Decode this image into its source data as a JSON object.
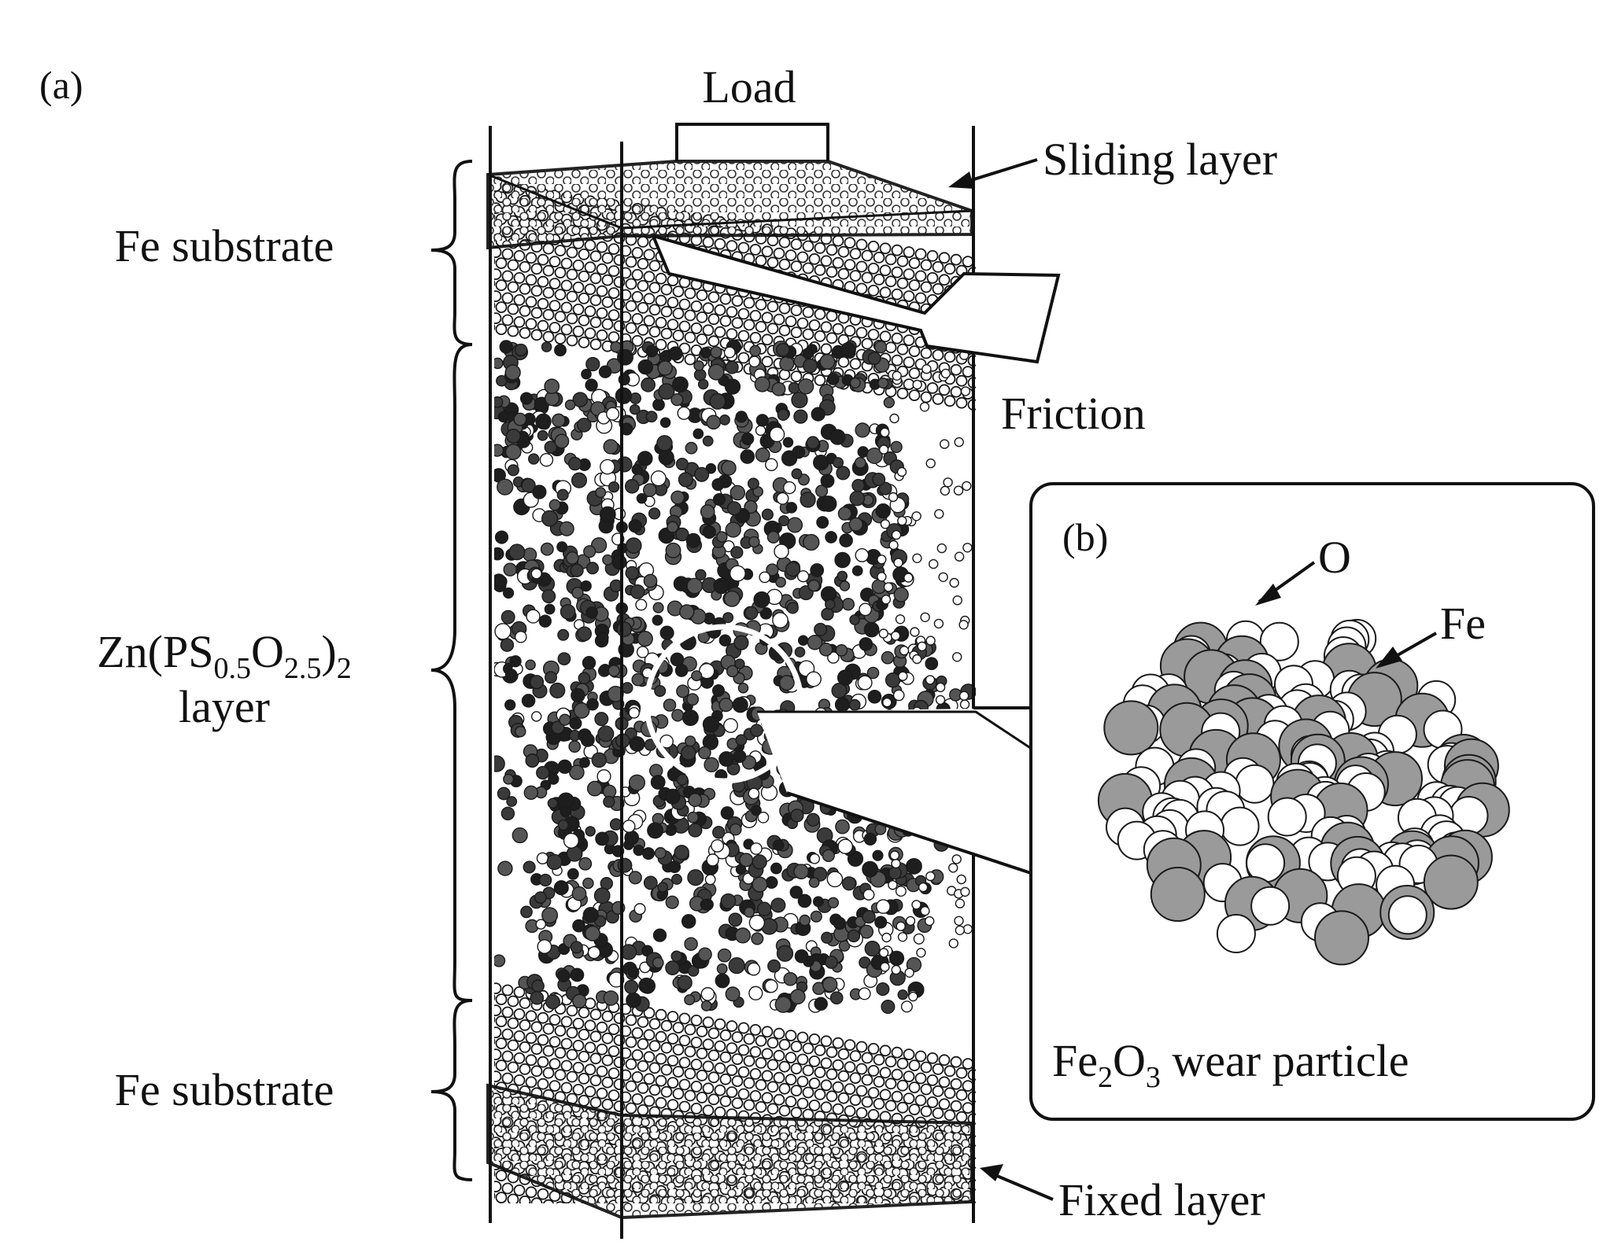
{
  "panel_a": "(a)",
  "panel_b": "(b)",
  "labels": {
    "load": "Load",
    "sliding_layer": "Sliding layer",
    "friction": "Friction",
    "fixed_layer": "Fixed layer",
    "fe_substrate_top": "Fe substrate",
    "fe_substrate_bottom": "Fe substrate",
    "zn_layer": {
      "prefix": "Zn(PS",
      "sub1": "0.5",
      "mid": "O",
      "sub2": "2.5",
      "close": ")",
      "sub3": "2",
      "line2": "layer"
    }
  },
  "inset": {
    "oxygen": "O",
    "iron": "Fe",
    "caption": {
      "fe": "Fe",
      "sub1": "2",
      "o": "O",
      "sub2": "3",
      "rest": " wear particle"
    }
  },
  "colors": {
    "ink": "#111111",
    "fe_atom": "#9a9a9a",
    "o_atom": "#ffffff",
    "dark_atom": "#1e1e1e",
    "mid_atom": "#555555"
  }
}
